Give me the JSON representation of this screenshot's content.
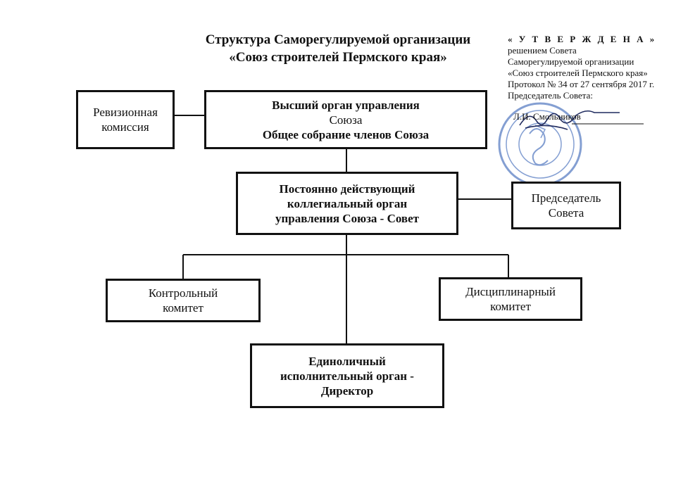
{
  "title": {
    "line1": "Структура Саморегулируемой организации",
    "line2": "«Союз строителей Пермского края»"
  },
  "approval": {
    "head": "« У Т В Е Р Ж Д Е Н А »",
    "line1": "решением Совета",
    "line2": "Саморегулируемой организации",
    "line3": "«Союз строителей Пермского края»",
    "line4": "Протокол № 34 от 27 сентября  2017 г.",
    "line5": "Председатель Совета:",
    "signer": "Л.И. Смольников"
  },
  "nodes": {
    "revision": {
      "line1": "Ревизионная",
      "line2": "комиссия"
    },
    "supreme": {
      "line1": "Высший орган управления",
      "line2": "Союза",
      "line3": "Общее собрание членов Союза"
    },
    "council": {
      "line1": "Постоянно действующий",
      "line2": "коллегиальный орган",
      "line3": "управления Союза - Совет"
    },
    "chairman": {
      "line1": "Председатель",
      "line2": "Совета"
    },
    "control": {
      "line1": "Контрольный",
      "line2": "комитет"
    },
    "discipline": {
      "line1": "Дисциплинарный",
      "line2": "комитет"
    },
    "director": {
      "line1": "Единоличный",
      "line2": "исполнительный орган -",
      "line3": "Директор"
    }
  },
  "colors": {
    "ink": "#111111",
    "stamp": "#5b7fc4"
  }
}
